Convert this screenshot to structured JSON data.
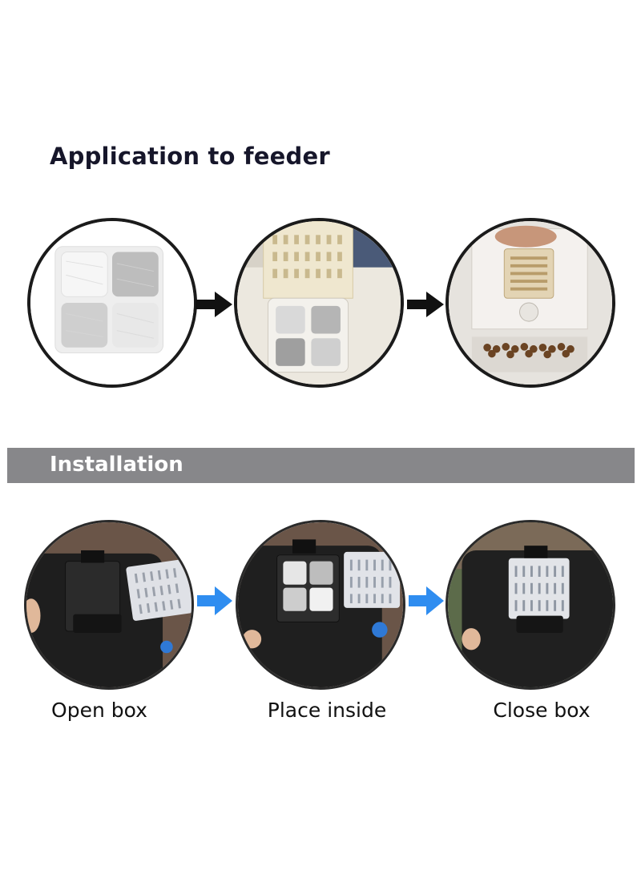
{
  "section1": {
    "title": "Application to feeder"
  },
  "section2": {
    "title": "Installation",
    "steps": [
      {
        "caption": "Open box"
      },
      {
        "caption": "Place inside"
      },
      {
        "caption": "Close box"
      }
    ]
  },
  "colors": {
    "banner": "#87878a",
    "black_arrow": "#111111",
    "blue_arrow": "#2f8df0"
  },
  "icons": [
    "black-arrow-right",
    "blue-arrow-right"
  ]
}
